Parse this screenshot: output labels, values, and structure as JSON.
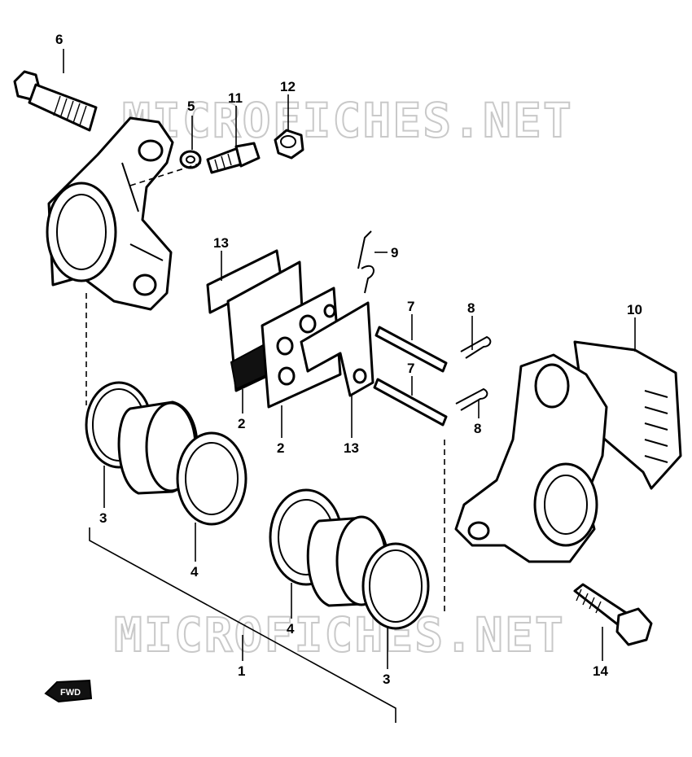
{
  "watermark": {
    "text": "MICROFICHES.NET"
  },
  "fwd_marker": {
    "text": "FWD"
  },
  "callouts": [
    {
      "id": "c6",
      "number": "6"
    },
    {
      "id": "c5",
      "number": "5"
    },
    {
      "id": "c11",
      "number": "11"
    },
    {
      "id": "c12",
      "number": "12"
    },
    {
      "id": "c13a",
      "number": "13"
    },
    {
      "id": "c9",
      "number": "9"
    },
    {
      "id": "c7a",
      "number": "7"
    },
    {
      "id": "c8a",
      "number": "8"
    },
    {
      "id": "c10",
      "number": "10"
    },
    {
      "id": "c2a",
      "number": "2"
    },
    {
      "id": "c2b",
      "number": "2"
    },
    {
      "id": "c13b",
      "number": "13"
    },
    {
      "id": "c7b",
      "number": "7"
    },
    {
      "id": "c8b",
      "number": "8"
    },
    {
      "id": "c3a",
      "number": "3"
    },
    {
      "id": "c4a",
      "number": "4"
    },
    {
      "id": "c4b",
      "number": "4"
    },
    {
      "id": "c1",
      "number": "1"
    },
    {
      "id": "c3b",
      "number": "3"
    },
    {
      "id": "c14",
      "number": "14"
    }
  ]
}
